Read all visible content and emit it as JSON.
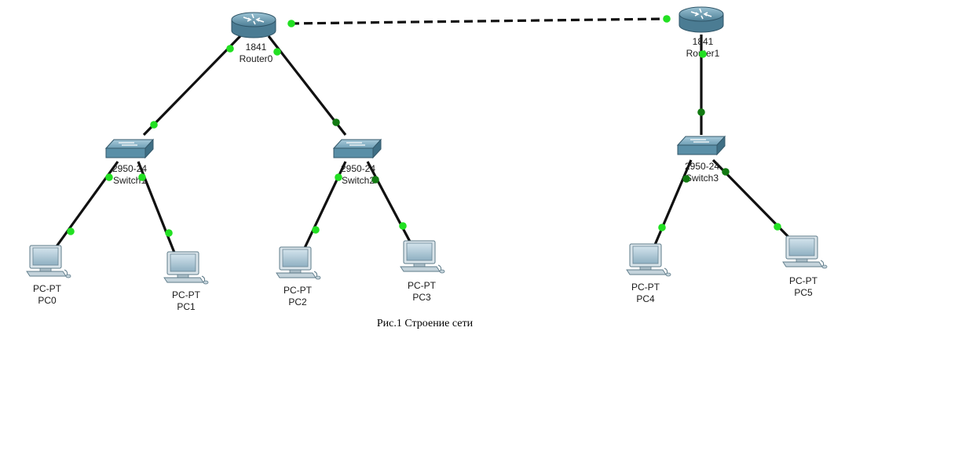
{
  "caption": "Рис.1 Строение сети",
  "colors": {
    "link": "#111111",
    "port_up": "#22e022",
    "port_pending": "#127a12",
    "router_body": "#5d8fa6",
    "switch_body": "#5a8fa7",
    "pc_screen": "#9fb9c8"
  },
  "devices": [
    {
      "id": "router0",
      "kind": "router",
      "model": "1841",
      "name": "Router0"
    },
    {
      "id": "router1",
      "kind": "router",
      "model": "1841",
      "name": "Router1"
    },
    {
      "id": "switch1",
      "kind": "switch",
      "model": "2950-24",
      "name": "Switch1"
    },
    {
      "id": "switch2",
      "kind": "switch",
      "model": "2950-24",
      "name": "Switch2"
    },
    {
      "id": "switch3",
      "kind": "switch",
      "model": "2950-24",
      "name": "Switch3"
    },
    {
      "id": "pc0",
      "kind": "pc",
      "model": "PC-PT",
      "name": "PC0"
    },
    {
      "id": "pc1",
      "kind": "pc",
      "model": "PC-PT",
      "name": "PC1"
    },
    {
      "id": "pc2",
      "kind": "pc",
      "model": "PC-PT",
      "name": "PC2"
    },
    {
      "id": "pc3",
      "kind": "pc",
      "model": "PC-PT",
      "name": "PC3"
    },
    {
      "id": "pc4",
      "kind": "pc",
      "model": "PC-PT",
      "name": "PC4"
    },
    {
      "id": "pc5",
      "kind": "pc",
      "model": "PC-PT",
      "name": "PC5"
    }
  ],
  "links": [
    {
      "from": "router0",
      "to": "router1",
      "style": "dashed",
      "from_state": "up",
      "to_state": "up"
    },
    {
      "from": "router0",
      "to": "switch1",
      "style": "solid",
      "from_state": "up",
      "to_state": "up"
    },
    {
      "from": "router0",
      "to": "switch2",
      "style": "solid",
      "from_state": "up",
      "to_state": "pending"
    },
    {
      "from": "router1",
      "to": "switch3",
      "style": "solid",
      "from_state": "up",
      "to_state": "pending"
    },
    {
      "from": "switch1",
      "to": "pc0",
      "style": "solid",
      "from_state": "up",
      "to_state": "up"
    },
    {
      "from": "switch1",
      "to": "pc1",
      "style": "solid",
      "from_state": "up",
      "to_state": "up"
    },
    {
      "from": "switch2",
      "to": "pc2",
      "style": "solid",
      "from_state": "up",
      "to_state": "up"
    },
    {
      "from": "switch2",
      "to": "pc3",
      "style": "solid",
      "from_state": "pending",
      "to_state": "up"
    },
    {
      "from": "switch3",
      "to": "pc4",
      "style": "solid",
      "from_state": "pending",
      "to_state": "up"
    },
    {
      "from": "switch3",
      "to": "pc5",
      "style": "solid",
      "from_state": "pending",
      "to_state": "up"
    }
  ]
}
